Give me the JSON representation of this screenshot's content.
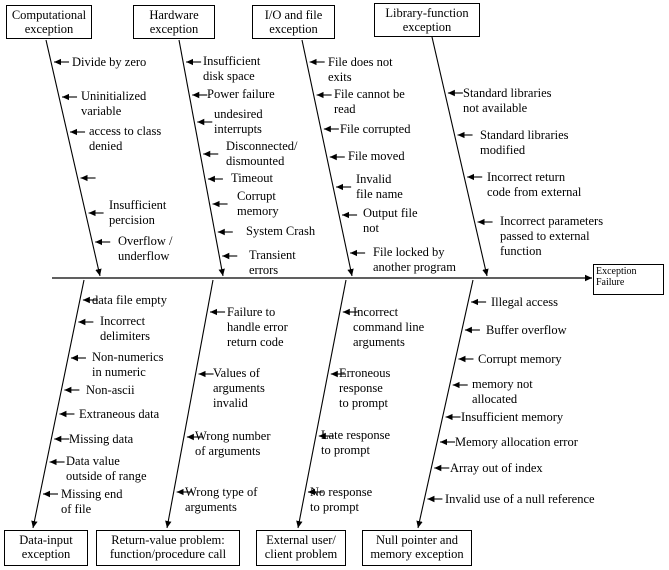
{
  "effect": "Exception\nFailure",
  "categories": {
    "computational": "Computational\nexception",
    "hardware": "Hardware\nexception",
    "io_file": "I/O and file\nexception",
    "library": "Library-function\nexception",
    "data_input": "Data-input\nexception",
    "return_value": "Return-value problem:\nfunction/procedure call",
    "external_user": "External user/\nclient problem",
    "null_pointer": "Null pointer and\nmemory exception"
  },
  "causes": {
    "computational": [
      "Divide by zero",
      "Uninitialized\nvariable",
      "access to class\ndenied",
      "",
      "Insufficient\npercision",
      "Overflow /\nunderflow"
    ],
    "hardware": [
      "Insufficient\ndisk space",
      "Power failure",
      "undesired\ninterrupts",
      "Disconnected/\ndismounted",
      "Timeout",
      "Corrupt\nmemory",
      "System Crash",
      "Transient\nerrors"
    ],
    "io_file": [
      "File does not\nexits",
      "File cannot be\nread",
      "File corrupted",
      "File moved",
      "Invalid\nfile name",
      "Output file\nnot",
      "File locked by\nanother program"
    ],
    "library": [
      "Standard libraries\nnot available",
      "Standard libraries\nmodified",
      "Incorrect return\ncode from external",
      "Incorrect parameters\npassed to external\nfunction"
    ],
    "data_input": [
      "data file empty",
      "Incorrect\ndelimiters",
      "Non-numerics\nin numeric",
      "Non-ascii",
      "Extraneous data",
      "Missing data",
      "Data value\noutside of range",
      "Missing end\nof file"
    ],
    "return_value": [
      "Failure to\nhandle error\nreturn code",
      "Values of\narguments\ninvalid",
      "Wrong number\nof arguments",
      "Wrong type of\narguments"
    ],
    "external_user": [
      "Incorrect\ncommand line\narguments",
      "Erroneous\nresponse\nto prompt",
      "Late response\nto prompt",
      "No response\nto prompt"
    ],
    "null_pointer": [
      "Illegal access",
      "Buffer overflow",
      "Corrupt memory",
      "memory not\nallocated",
      "Insufficient memory",
      "Memory allocation error",
      "Array out of index",
      "Invalid use of a null reference"
    ]
  }
}
